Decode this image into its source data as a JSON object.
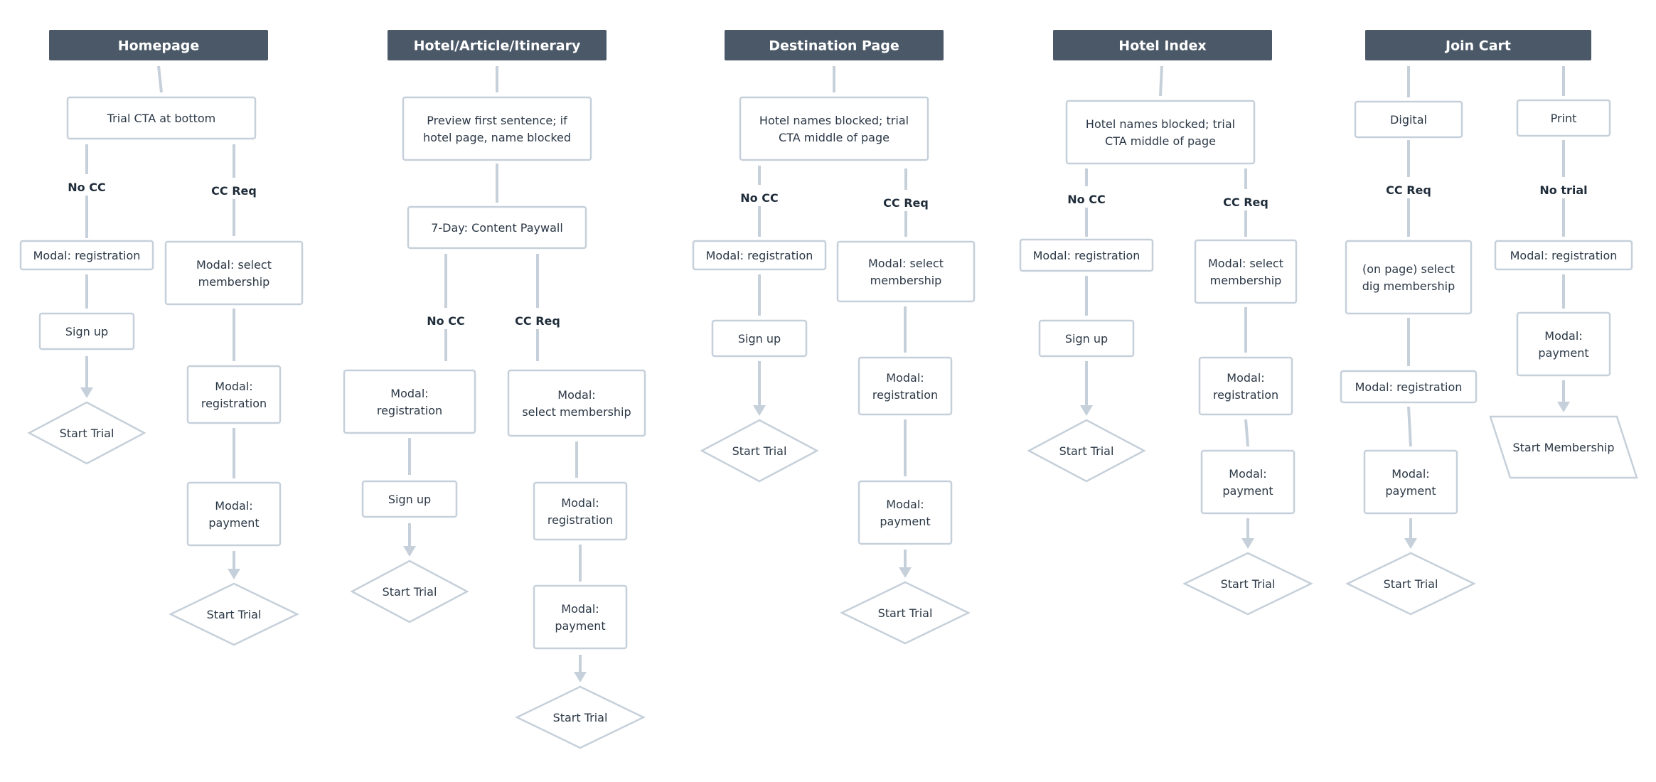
{
  "columns": [
    {
      "id": "homepage",
      "title": "Homepage",
      "nodes": [
        {
          "id": "cta",
          "text": "Trial CTA at bottom"
        },
        {
          "id": "nocc_reg",
          "text": "Modal: registration"
        },
        {
          "id": "nocc_signup",
          "text": "Sign up"
        },
        {
          "id": "nocc_start",
          "text": "Start Trial"
        },
        {
          "id": "cc_select",
          "text": "Modal: select membership"
        },
        {
          "id": "cc_reg",
          "text": "Modal: registration"
        },
        {
          "id": "cc_pay",
          "text": "Modal: payment"
        },
        {
          "id": "cc_start",
          "text": "Start Trial"
        }
      ],
      "edges": [
        {
          "label": ""
        },
        {
          "label": "No CC"
        },
        {
          "label": ""
        },
        {
          "label": ""
        },
        {
          "label": "CC Req"
        },
        {
          "label": ""
        },
        {
          "label": ""
        },
        {
          "label": ""
        }
      ]
    },
    {
      "id": "hotel_article",
      "title": "Hotel/Article/Itinerary",
      "nodes": [
        {
          "id": "preview",
          "text": "Preview first sentence; if hotel page, name blocked"
        },
        {
          "id": "paywall",
          "text": "7-Day: Content Paywall"
        },
        {
          "id": "nocc_reg",
          "text": "Modal: registration"
        },
        {
          "id": "nocc_signup",
          "text": "Sign up"
        },
        {
          "id": "nocc_start",
          "text": "Start Trial"
        },
        {
          "id": "cc_select",
          "text": "Modal: select membership"
        },
        {
          "id": "cc_reg",
          "text": "Modal: registration"
        },
        {
          "id": "cc_pay",
          "text": "Modal: payment"
        },
        {
          "id": "cc_start",
          "text": "Start Trial"
        }
      ],
      "edges": [
        {
          "label": ""
        },
        {
          "label": ""
        },
        {
          "label": "No CC"
        },
        {
          "label": ""
        },
        {
          "label": ""
        },
        {
          "label": "CC Req"
        },
        {
          "label": ""
        },
        {
          "label": ""
        },
        {
          "label": ""
        }
      ]
    },
    {
      "id": "destination",
      "title": "Destination Page",
      "nodes": [
        {
          "id": "blocked",
          "text": "Hotel names blocked; trial CTA middle of page"
        },
        {
          "id": "nocc_reg",
          "text": "Modal: registration"
        },
        {
          "id": "nocc_signup",
          "text": "Sign up"
        },
        {
          "id": "nocc_start",
          "text": "Start Trial"
        },
        {
          "id": "cc_select",
          "text": "Modal: select membership"
        },
        {
          "id": "cc_reg",
          "text": "Modal: registration"
        },
        {
          "id": "cc_pay",
          "text": "Modal: payment"
        },
        {
          "id": "cc_start",
          "text": "Start Trial"
        }
      ],
      "edges": [
        {
          "label": ""
        },
        {
          "label": "No CC"
        },
        {
          "label": ""
        },
        {
          "label": ""
        },
        {
          "label": "CC Req"
        },
        {
          "label": ""
        },
        {
          "label": ""
        },
        {
          "label": ""
        }
      ]
    },
    {
      "id": "hotel_index",
      "title": "Hotel Index",
      "nodes": [
        {
          "id": "blocked",
          "text": "Hotel names blocked; trial CTA middle of page"
        },
        {
          "id": "nocc_reg",
          "text": "Modal: registration"
        },
        {
          "id": "nocc_signup",
          "text": "Sign up"
        },
        {
          "id": "nocc_start",
          "text": "Start Trial"
        },
        {
          "id": "cc_select",
          "text": "Modal: select membership"
        },
        {
          "id": "cc_reg",
          "text": "Modal: registration"
        },
        {
          "id": "cc_pay",
          "text": "Modal: payment"
        },
        {
          "id": "cc_start",
          "text": "Start Trial"
        }
      ],
      "edges": [
        {
          "label": ""
        },
        {
          "label": "No CC"
        },
        {
          "label": ""
        },
        {
          "label": ""
        },
        {
          "label": "CC Req"
        },
        {
          "label": ""
        },
        {
          "label": ""
        },
        {
          "label": ""
        }
      ]
    },
    {
      "id": "join_cart",
      "title": "Join Cart",
      "nodes": [
        {
          "id": "digital",
          "text": "Digital"
        },
        {
          "id": "dig_select",
          "text": "(on page) select dig membership"
        },
        {
          "id": "dig_reg",
          "text": "Modal: registration"
        },
        {
          "id": "dig_pay",
          "text": "Modal: payment"
        },
        {
          "id": "dig_start",
          "text": "Start Trial"
        },
        {
          "id": "print",
          "text": "Print"
        },
        {
          "id": "print_reg",
          "text": "Modal: registration"
        },
        {
          "id": "print_pay",
          "text": "Modal: payment"
        },
        {
          "id": "print_start",
          "text": "Start Membership"
        }
      ],
      "edges": [
        {
          "label": ""
        },
        {
          "label": "CC Req"
        },
        {
          "label": ""
        },
        {
          "label": ""
        },
        {
          "label": ""
        },
        {
          "label": ""
        },
        {
          "label": "No trial"
        },
        {
          "label": ""
        },
        {
          "label": ""
        }
      ]
    }
  ]
}
